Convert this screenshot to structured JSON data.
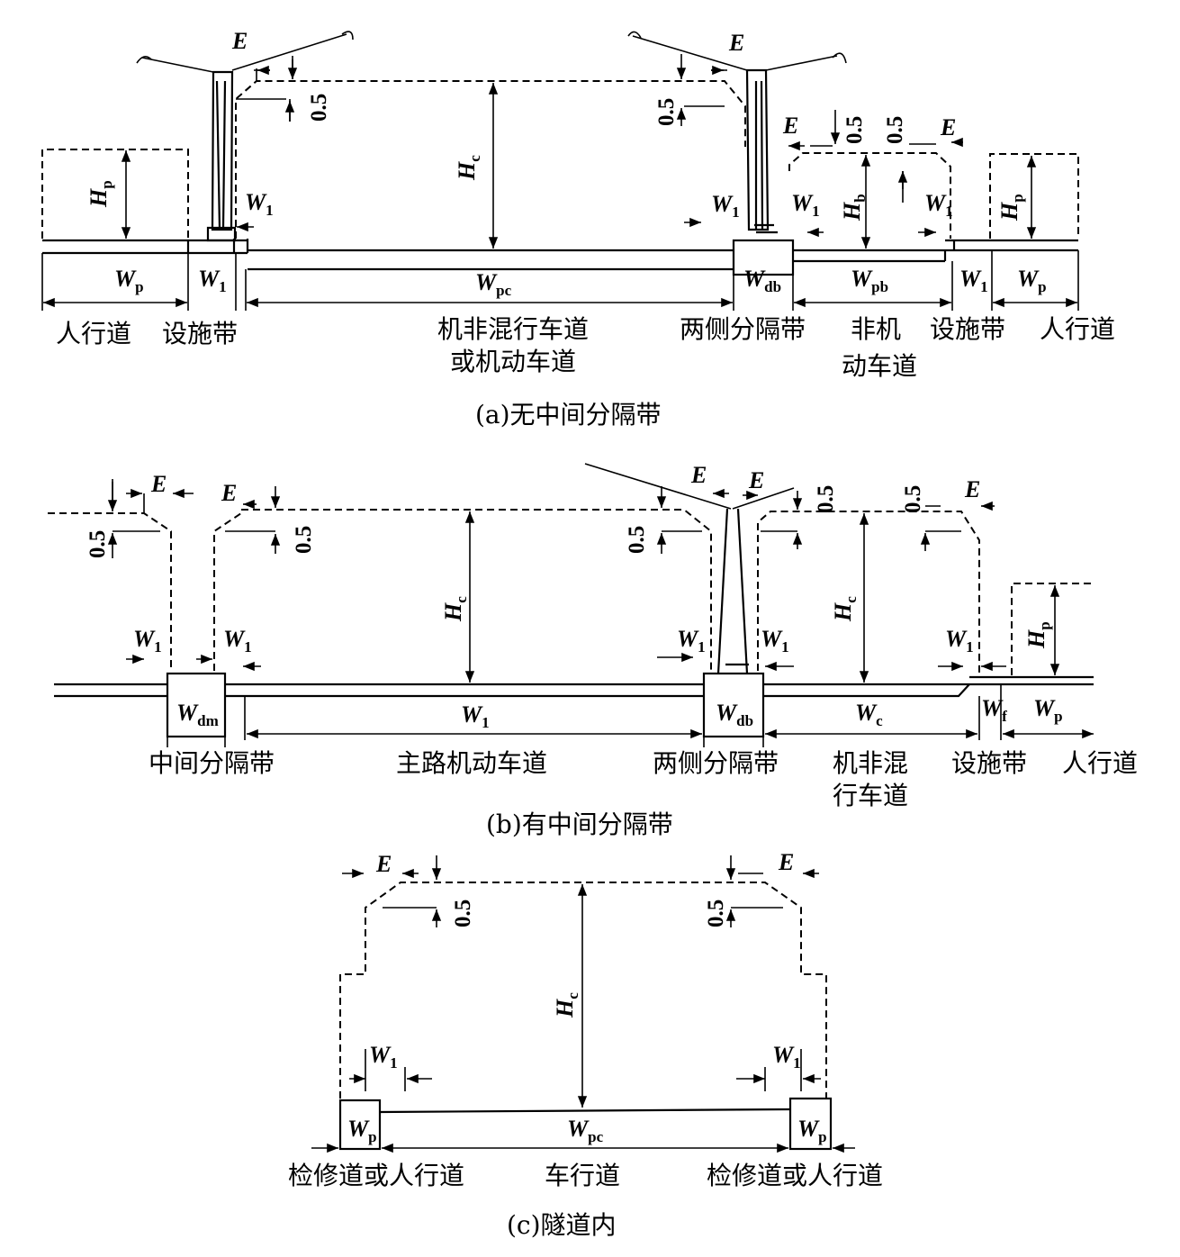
{
  "labels_a": {
    "sidewalk_l": "人行道",
    "facility_l": "设施带",
    "mixed_lane_1": "机非混行车道",
    "mixed_lane_2": "或机动车道",
    "side_divider": "两侧分隔带",
    "nonmotor_1": "非机",
    "nonmotor_2": "动车道",
    "facility_r": "设施带",
    "sidewalk_r": "人行道",
    "caption": "(a)无中间分隔带"
  },
  "labels_b": {
    "median": "中间分隔带",
    "main_lane": "主路机动车道",
    "side_divider": "两侧分隔带",
    "mixed_1": "机非混",
    "mixed_2": "行车道",
    "facility": "设施带",
    "sidewalk": "人行道",
    "caption": "(b)有中间分隔带"
  },
  "labels_c": {
    "walkway_l": "检修道或人行道",
    "roadway": "车行道",
    "walkway_r": "检修道或人行道",
    "caption": "(c)隧道内"
  },
  "symbols": {
    "E": "E",
    "H": "H",
    "W": "W",
    "sub_p": "p",
    "sub_c": "c",
    "sub_b": "b",
    "sub_1": "1",
    "sub_pc": "pc",
    "sub_db": "db",
    "sub_pb": "pb",
    "sub_dm": "dm",
    "sub_f": "f",
    "half": "0.5"
  }
}
